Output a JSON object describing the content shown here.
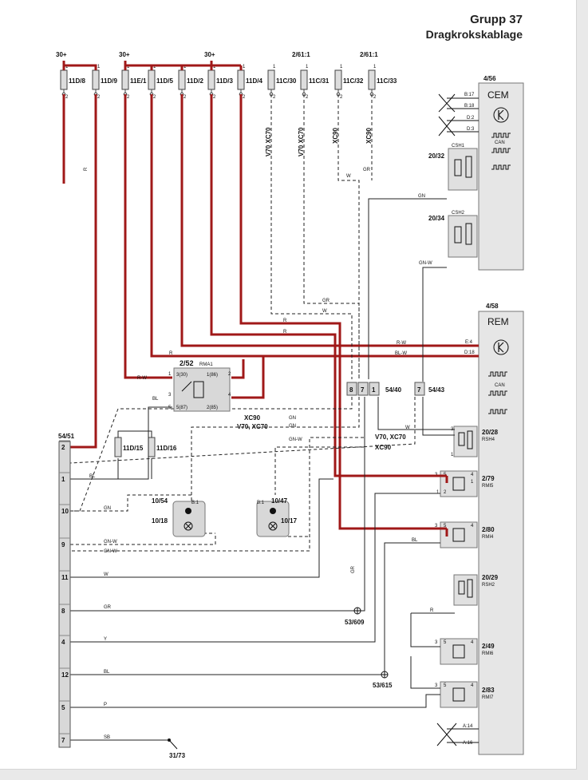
{
  "header": {
    "group": "Grupp 37",
    "title": "Dragkrokskablage"
  },
  "supplies": {
    "p30": "30+",
    "p261": "2/61:1"
  },
  "fuses": [
    "11D/8",
    "11D/9",
    "11E/1",
    "11D/5",
    "11D/2",
    "11D/3",
    "11D/4",
    "11C/30",
    "11C/31",
    "11C/32",
    "11C/33",
    "11D/15",
    "11D/16"
  ],
  "pins": {
    "one": "1",
    "two": "2",
    "three": "3",
    "four": "4",
    "five": "5"
  },
  "model_labels": {
    "v70xc70": "V70, XC70",
    "xc90": "XC90",
    "v70xc70b": "V70 XC70"
  },
  "wires": {
    "R": "R",
    "W": "W",
    "GR": "GR",
    "GN": "GN",
    "GNW": "GN-W",
    "RW": "R-W",
    "BLW": "BL-W",
    "BL": "BL",
    "Y": "Y",
    "P": "P",
    "SB": "SB"
  },
  "cem": {
    "id": "4/56",
    "name": "CEM",
    "pins": [
      "B:17",
      "B:18",
      "D:2",
      "D:3"
    ],
    "can": "CAN",
    "sh1_id": "20/32",
    "sh1": "CSH1",
    "sh2_id": "20/34",
    "sh2": "CSH2"
  },
  "rem": {
    "id": "4/58",
    "name": "REM",
    "pins_top": [
      "E:4",
      "D:18"
    ],
    "pins_bottom": [
      "A:14",
      "A:16"
    ],
    "can": "CAN",
    "components": [
      {
        "id": "20/28",
        "name": "RSH4"
      },
      {
        "id": "2/79",
        "name": "RMI5"
      },
      {
        "id": "2/80",
        "name": "RMI4"
      },
      {
        "id": "20/29",
        "name": "RSH2"
      },
      {
        "id": "2/49",
        "name": "RMI6"
      },
      {
        "id": "2/83",
        "name": "RMI7"
      }
    ]
  },
  "relay": {
    "id": "2/52",
    "name": "RMA1",
    "p1": "1",
    "p2": "2",
    "p3": "3",
    "p4": "4",
    "p5": "5",
    "l330": "3(30)",
    "l186": "1(86)",
    "l587": "5(87)",
    "l285": "2(85)"
  },
  "conn5440": {
    "id": "54/40",
    "pins": [
      "8",
      "7",
      "1"
    ]
  },
  "conn5443": {
    "id": "54/43",
    "pin": "7"
  },
  "conn5451": {
    "id": "54/51",
    "pins": [
      "2",
      "1",
      "10",
      "9",
      "11",
      "8",
      "4",
      "12",
      "5",
      "7"
    ]
  },
  "lamps": {
    "l1a": "10/54",
    "l1b": "10/18",
    "l2a": "10/47",
    "l2b": "10/17",
    "b1": "B:1"
  },
  "grounds": [
    "53/609",
    "53/615",
    "31/73"
  ]
}
